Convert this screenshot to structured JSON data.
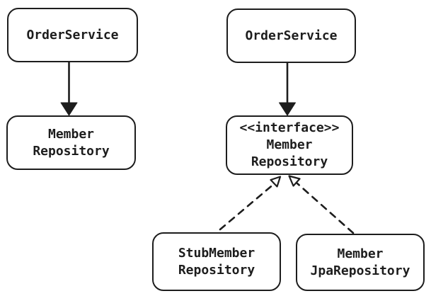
{
  "colors": {
    "stroke": "#1d1d1d",
    "fill": "#ffffff",
    "text": "#1d1d1d"
  },
  "nodes": {
    "order_service_left": {
      "lines": [
        "OrderService"
      ]
    },
    "member_repository_left": {
      "lines": [
        "Member",
        "Repository"
      ]
    },
    "order_service_right": {
      "lines": [
        "OrderService"
      ]
    },
    "member_repository_interface": {
      "lines": [
        "<<interface>>",
        "Member",
        "Repository"
      ]
    },
    "stub_member_repository": {
      "lines": [
        "StubMember",
        "Repository"
      ]
    },
    "member_jpa_repository": {
      "lines": [
        "Member",
        "JpaRepository"
      ]
    }
  },
  "edges": [
    {
      "from": "order_service_left",
      "to": "member_repository_left",
      "line": "solid",
      "arrow": "filled"
    },
    {
      "from": "order_service_right",
      "to": "member_repository_interface",
      "line": "solid",
      "arrow": "filled"
    },
    {
      "from": "stub_member_repository",
      "to": "member_repository_interface",
      "line": "dashed",
      "arrow": "open"
    },
    {
      "from": "member_jpa_repository",
      "to": "member_repository_interface",
      "line": "dashed",
      "arrow": "open"
    }
  ]
}
